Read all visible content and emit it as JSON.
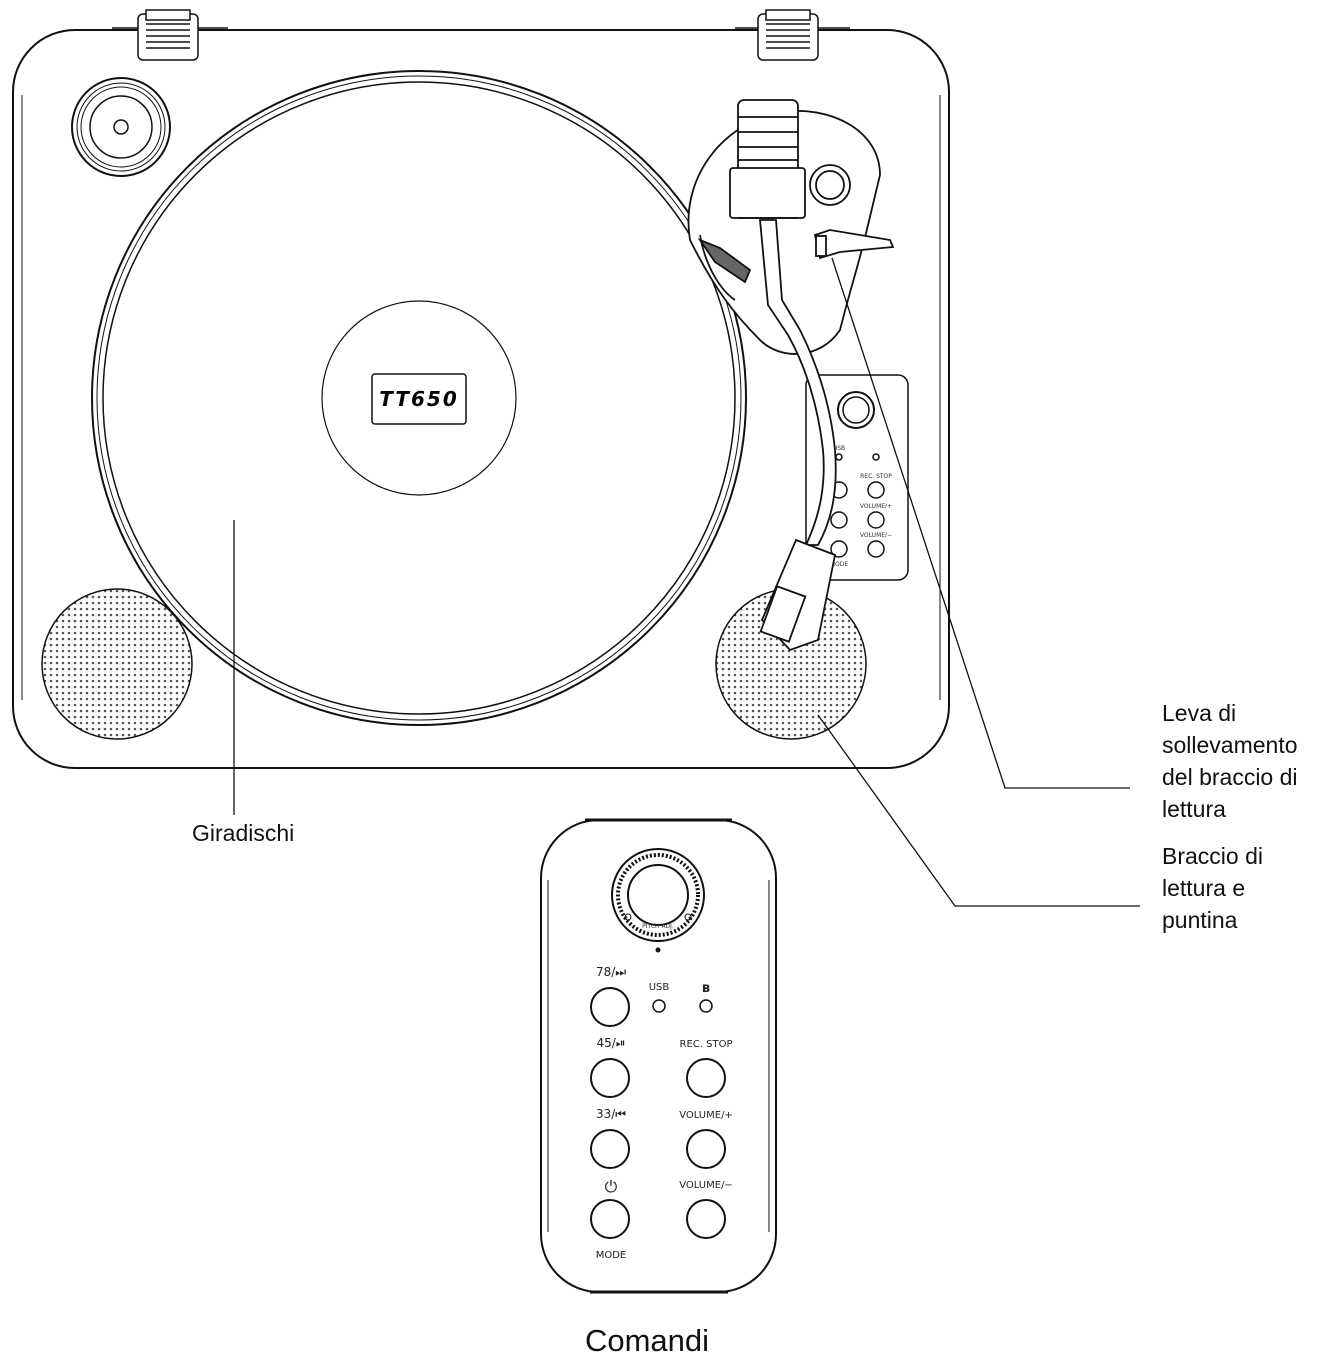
{
  "model_label": "TT650",
  "callouts": {
    "turntable": "Giradischi",
    "lift_lever": [
      "Leva di",
      "sollevamento",
      "del braccio di",
      "lettura"
    ],
    "tonearm": [
      "Braccio di",
      "lettura e",
      "puntina"
    ],
    "controls": "Comandi"
  },
  "control_panel": {
    "buttons": {
      "speed_78_next": "78/⏭",
      "speed_45_play": "45/⏯",
      "speed_33_prev": "33/⏮",
      "power": "⏻",
      "mode": "MODE",
      "rec_stop": "REC. STOP",
      "volume_up": "VOLUME/+",
      "volume_down": "VOLUME/−"
    },
    "indicators": {
      "usb": "USB",
      "bluetooth": "ʙ"
    },
    "knob_label": "PITCH ADJ."
  }
}
